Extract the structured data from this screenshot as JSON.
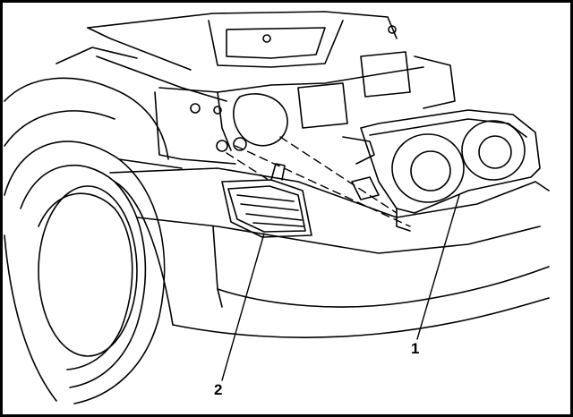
{
  "callouts": [
    {
      "number": "1",
      "part": "headlamp"
    },
    {
      "number": "2",
      "part": "side-marker-lamp"
    }
  ],
  "colors": {
    "line": "#000000",
    "background": "#ffffff"
  }
}
